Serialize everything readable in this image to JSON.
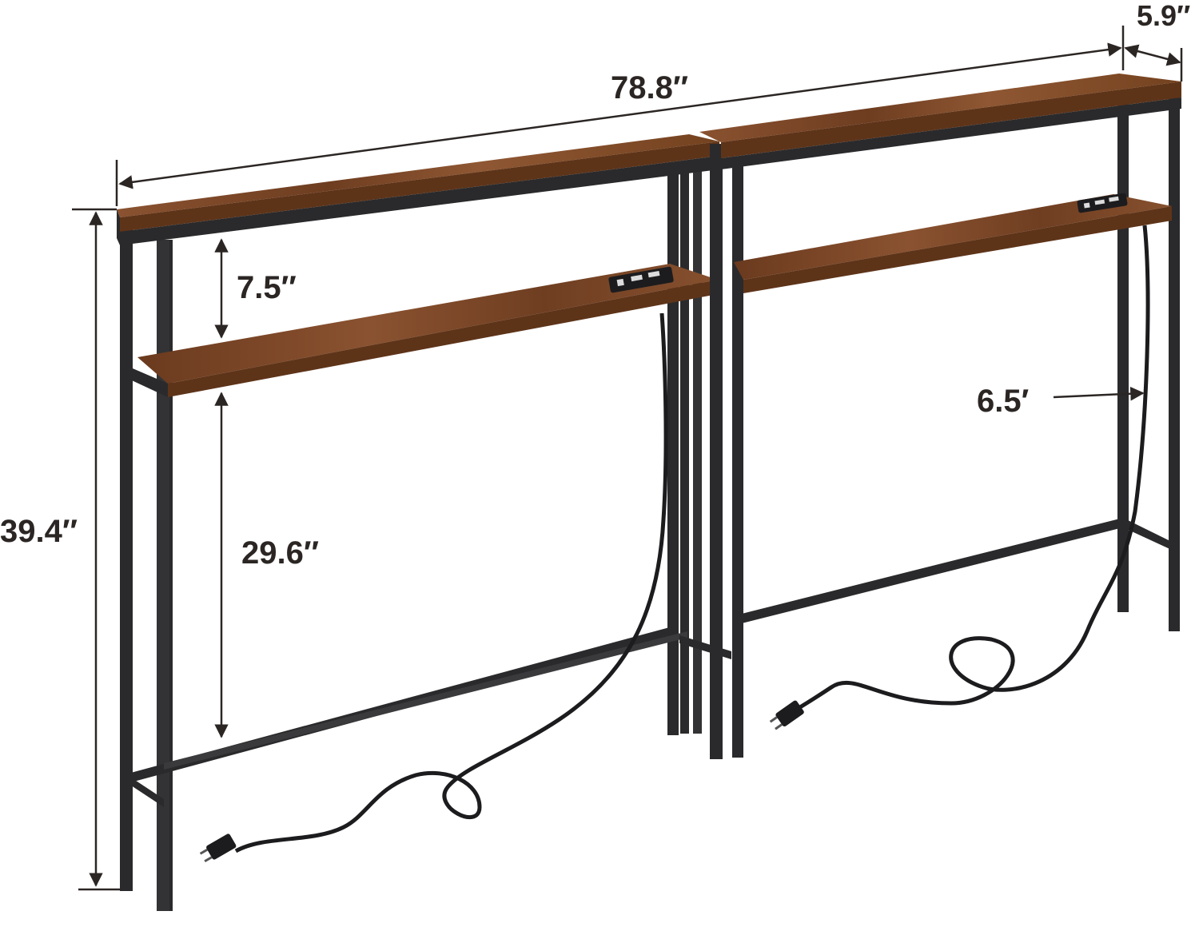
{
  "product": {
    "tables": [
      {
        "name": "left-table",
        "outlet_icon": "power-strip-icon",
        "plug_icon": "power-plug-icon"
      },
      {
        "name": "right-table",
        "outlet_icon": "power-strip-icon",
        "plug_icon": "power-plug-icon"
      }
    ]
  },
  "dimensions": {
    "total_length": "78.8″",
    "depth": "5.9″",
    "height": "39.4″",
    "shelf_gap": "7.5″",
    "lower_clearance": "29.6″",
    "cord_length": "6.5′"
  },
  "colors": {
    "wood_top": "#7a4726",
    "wood_edge": "#5e3419",
    "wood_light": "#8f5733",
    "frame": "#2a2a2c",
    "frame_highlight": "#4a4a4c",
    "arrow": "#2b2624",
    "background": "#ffffff"
  }
}
